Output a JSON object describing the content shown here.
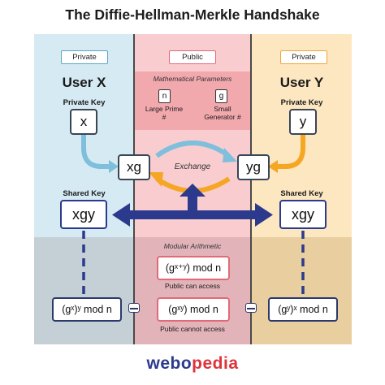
{
  "title": "The Diffie-Hellman-Merkle Handshake",
  "columns": {
    "left": {
      "tag": "Private",
      "user": "User X",
      "key_label": "Private Key",
      "key": "x",
      "computed": "xg",
      "shared_label": "Shared Key",
      "shared": "xgy",
      "formula": "(gˣ)ʸ mod n"
    },
    "middle": {
      "tag": "Public",
      "params_title": "Mathematical Parameters",
      "param_n": "n",
      "param_n_label": "Large Prime #",
      "param_g": "g",
      "param_g_label": "Small Generator #",
      "exchange": "Exchange",
      "arith_title": "Modular Arithmetic",
      "formula_public": "(gˣ⁺ʸ) mod n",
      "public_note": "Public can access",
      "formula_private": "(gˣʸ) mod n",
      "private_note": "Public cannot access"
    },
    "right": {
      "tag": "Private",
      "user": "User Y",
      "key_label": "Private Key",
      "key": "y",
      "computed": "yg",
      "shared_label": "Shared Key",
      "shared": "xgy",
      "formula": "(gʸ)ˣ mod n"
    }
  },
  "brand": {
    "part1": "webo",
    "part2": "pedia"
  },
  "colors": {
    "left_bg": "#d6eaf3",
    "middle_bg": "#f9cdd0",
    "right_bg": "#fde7c1",
    "arrow_blue": "#2b3a8c",
    "arrow_light_blue": "#7fbfdc",
    "arrow_orange": "#f5a623",
    "brand_blue": "#2b3a8c",
    "brand_red": "#e0323a"
  }
}
